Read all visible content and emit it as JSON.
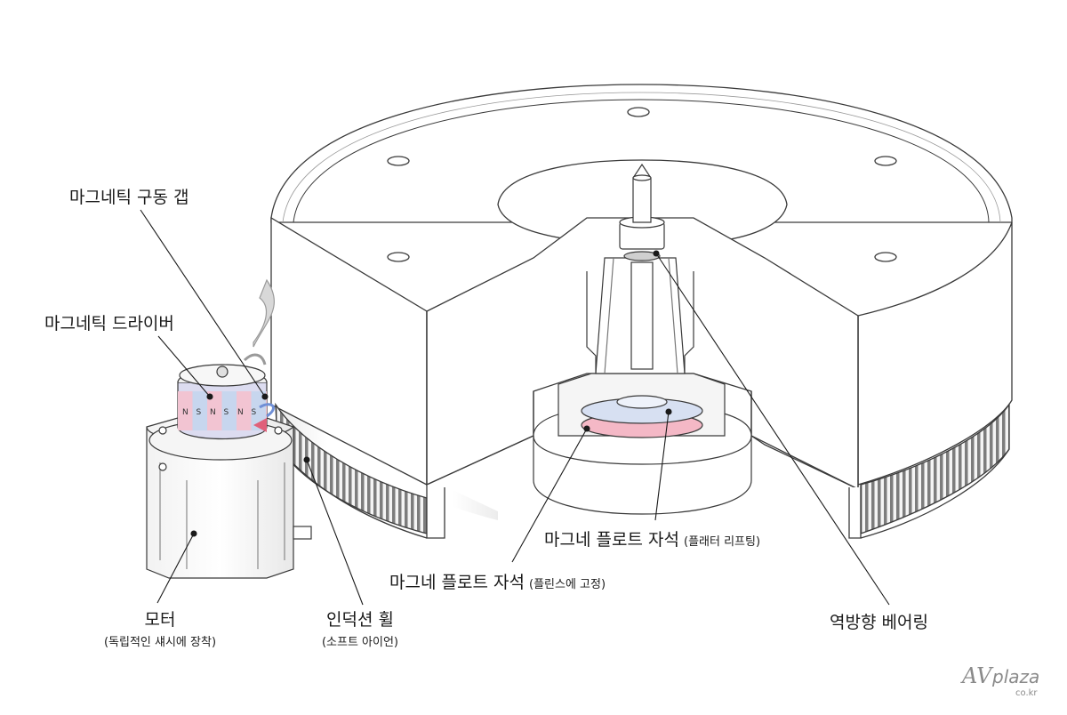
{
  "labels": {
    "magnetic_drive_gap": "마그네틱 구동 갭",
    "magnetic_driver": "마그네틱 드라이버",
    "motor": "모터",
    "motor_note": "(독립적인 섀시에 장착)",
    "induction_wheel": "인덕션 휠",
    "induction_wheel_note": "(소프트 아이언)",
    "float_magnet_plinth": "마그네 플로트 자석",
    "float_magnet_plinth_note": "(플린스에 고정)",
    "float_magnet_platter": "마그네 플로트 자석",
    "float_magnet_platter_note": "(플래터 리프팅)",
    "inverted_bearing": "역방향 베어링"
  },
  "magnet_poles": [
    "N",
    "S",
    "N",
    "S",
    "N",
    "S"
  ],
  "logo": {
    "text": "plaza",
    "sub": "co.kr",
    "mark": "AV"
  },
  "colors": {
    "line": "#3a3a3a",
    "body_fill": "#ffffff",
    "shade": "#eeeeee",
    "grille": "#8a8a8a",
    "magnet_pink": "#f2c4d2",
    "magnet_blue": "#c7d6ee",
    "float_pink": "#f4b8c6",
    "float_blue": "#d7e0f2",
    "arrow_red": "#e0607a",
    "arrow_blue": "#6f8fd6"
  }
}
